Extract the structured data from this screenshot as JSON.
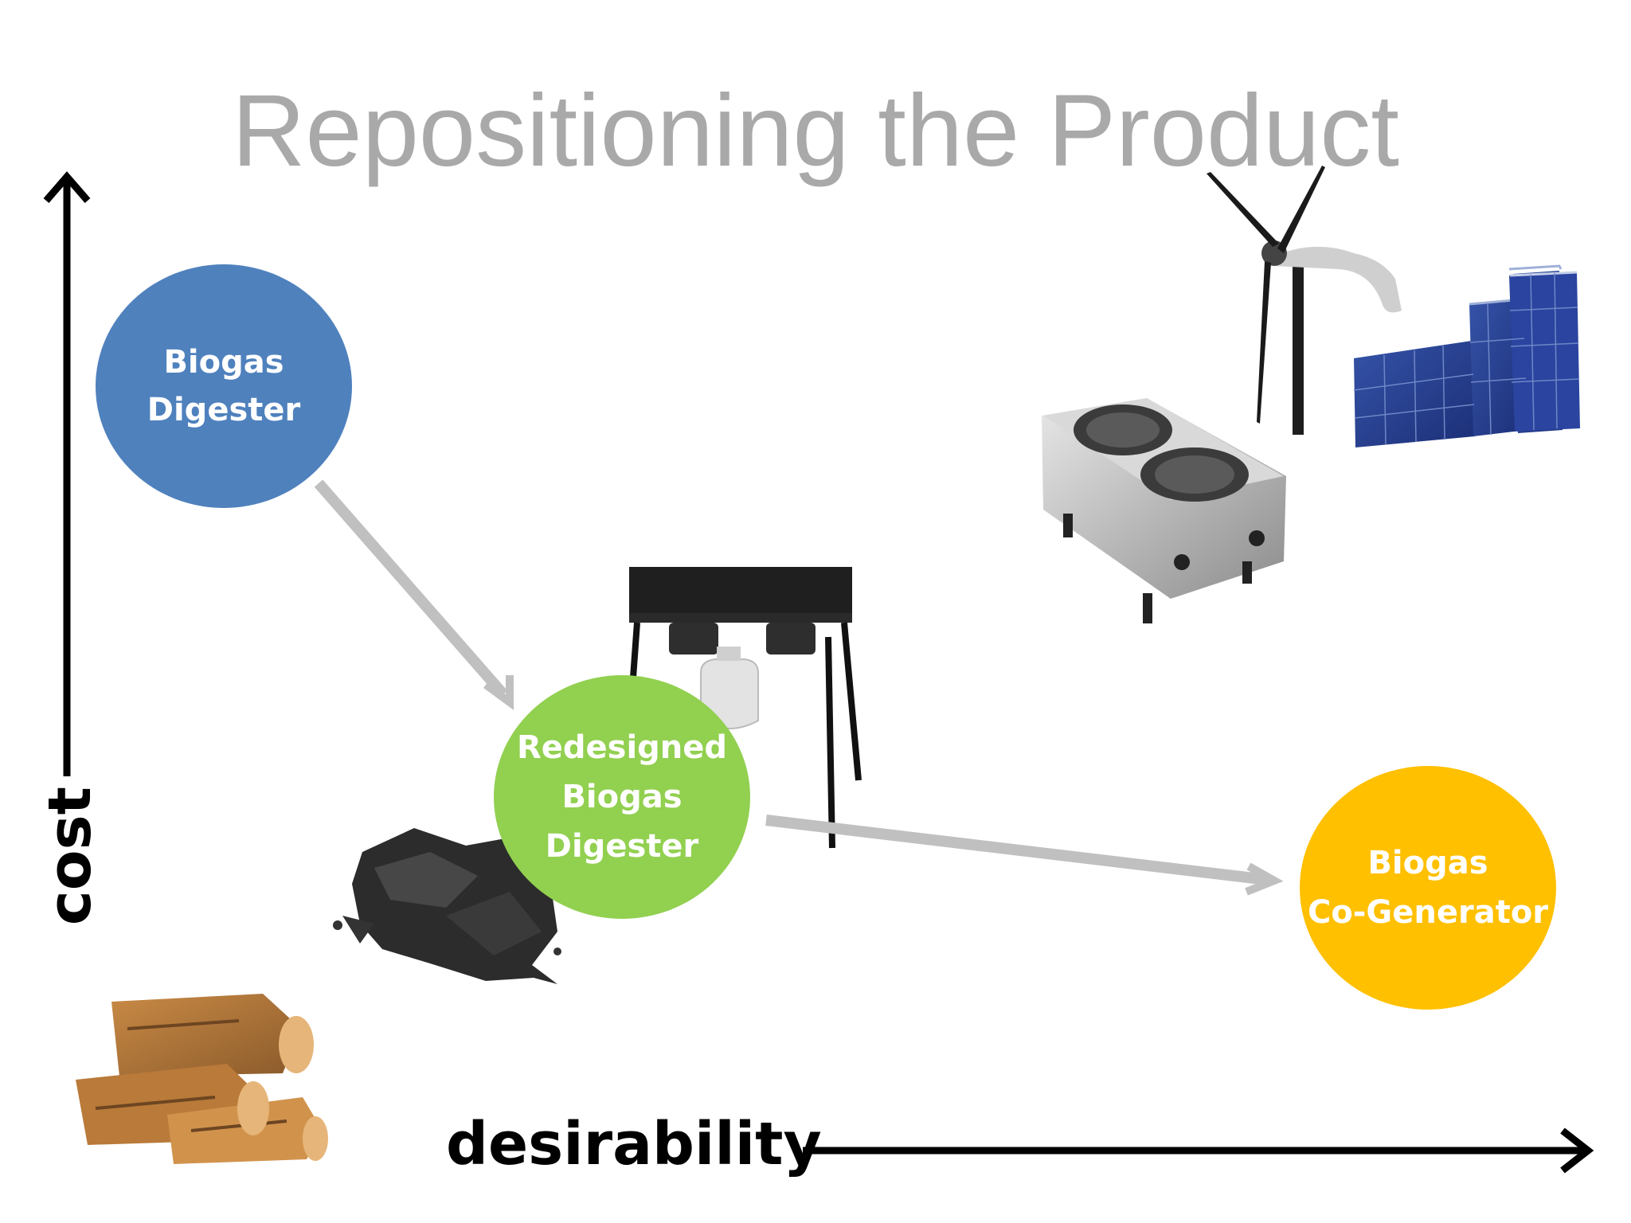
{
  "slide": {
    "title": "Repositioning the Product",
    "x_axis_label": "desirability",
    "y_axis_label": "cost"
  },
  "nodes": [
    {
      "id": "biogas-digester",
      "label": "Biogas\nDigester",
      "color": "#4f81bd"
    },
    {
      "id": "redesigned-biogas-digester",
      "label": "Redesigned\nBiogas\nDigester",
      "color": "#92d050"
    },
    {
      "id": "biogas-co-generator",
      "label": "Biogas\nCo-Generator",
      "color": "#ffc000"
    }
  ],
  "arrows": [
    {
      "from": "biogas-digester",
      "to": "redesigned-biogas-digester",
      "color": "#c0c0c0"
    },
    {
      "from": "redesigned-biogas-digester",
      "to": "biogas-co-generator",
      "color": "#c0c0c0"
    }
  ],
  "images": [
    {
      "name": "firewood-logs-image"
    },
    {
      "name": "charcoal-image"
    },
    {
      "name": "camp-stove-propane-image"
    },
    {
      "name": "electric-hot-plate-image"
    },
    {
      "name": "wind-turbine-image"
    },
    {
      "name": "solar-panels-image"
    }
  ]
}
